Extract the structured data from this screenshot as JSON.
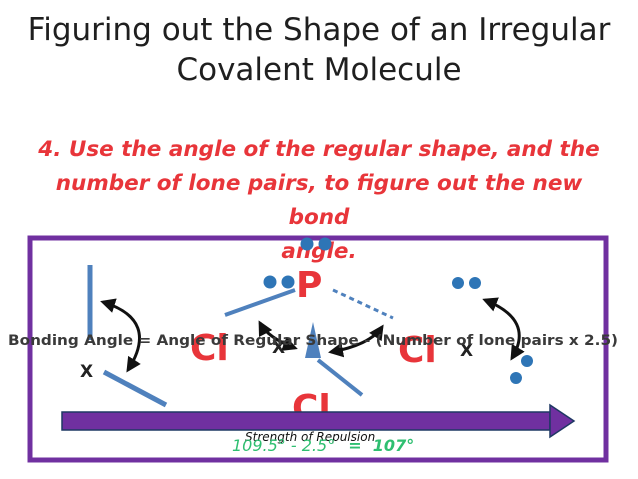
{
  "title_line1": "Figuring out the Shape of an Irregular",
  "title_line2": "Covalent Molecule",
  "step_line1": "4. Use the angle of the regular shape, and the",
  "step_line2": "number of lone pairs, to figure out the new bond",
  "step_line3": "angle.",
  "formula": "Bonding Angle = Angle of Regular Shape - (Number of lone pairs x 2.5)",
  "atoms": {
    "center": "P",
    "left": "Cl",
    "right": "Cl",
    "bottom": "Cl"
  },
  "x_marks": [
    "X",
    "X",
    "X"
  ],
  "arrow_label": "Strength of Repulsion",
  "calc_left": "109.5° - 2.5°",
  "calc_equals": "=",
  "calc_result": "107°",
  "colors": {
    "frame": "#7030a0",
    "lines": "#4f81bd",
    "step_text": "#e8353a",
    "atom_text": "#e8353a",
    "lone_pair": "#2e75b6",
    "calc": "#2fbf71"
  }
}
